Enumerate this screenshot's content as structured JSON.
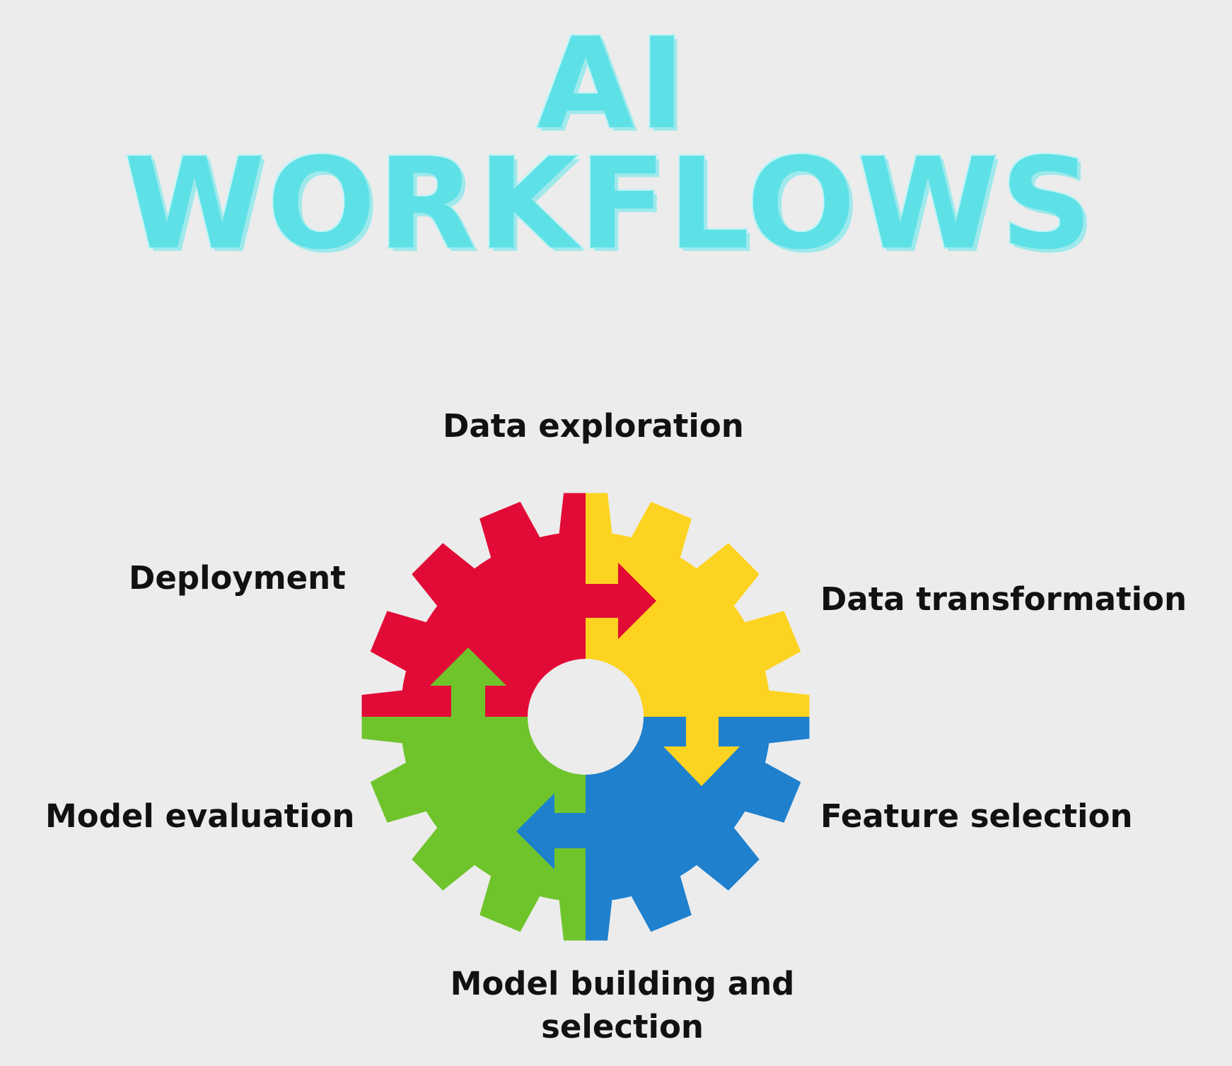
{
  "title": {
    "line1": "AI",
    "line2": "WORKFLOWS"
  },
  "steps": {
    "data_exploration": "Data exploration",
    "data_transformation": "Data transformation",
    "feature_selection": "Feature selection",
    "model_building": "Model building and selection",
    "model_evaluation": "Model evaluation",
    "deployment": "Deployment"
  },
  "colors": {
    "background": "#ececec",
    "title": "#5ee1e6",
    "red_quadrant": "#e20a36",
    "yellow_quadrant": "#fdd321",
    "blue_quadrant": "#1f80cd",
    "green_quadrant": "#6fc42c"
  }
}
